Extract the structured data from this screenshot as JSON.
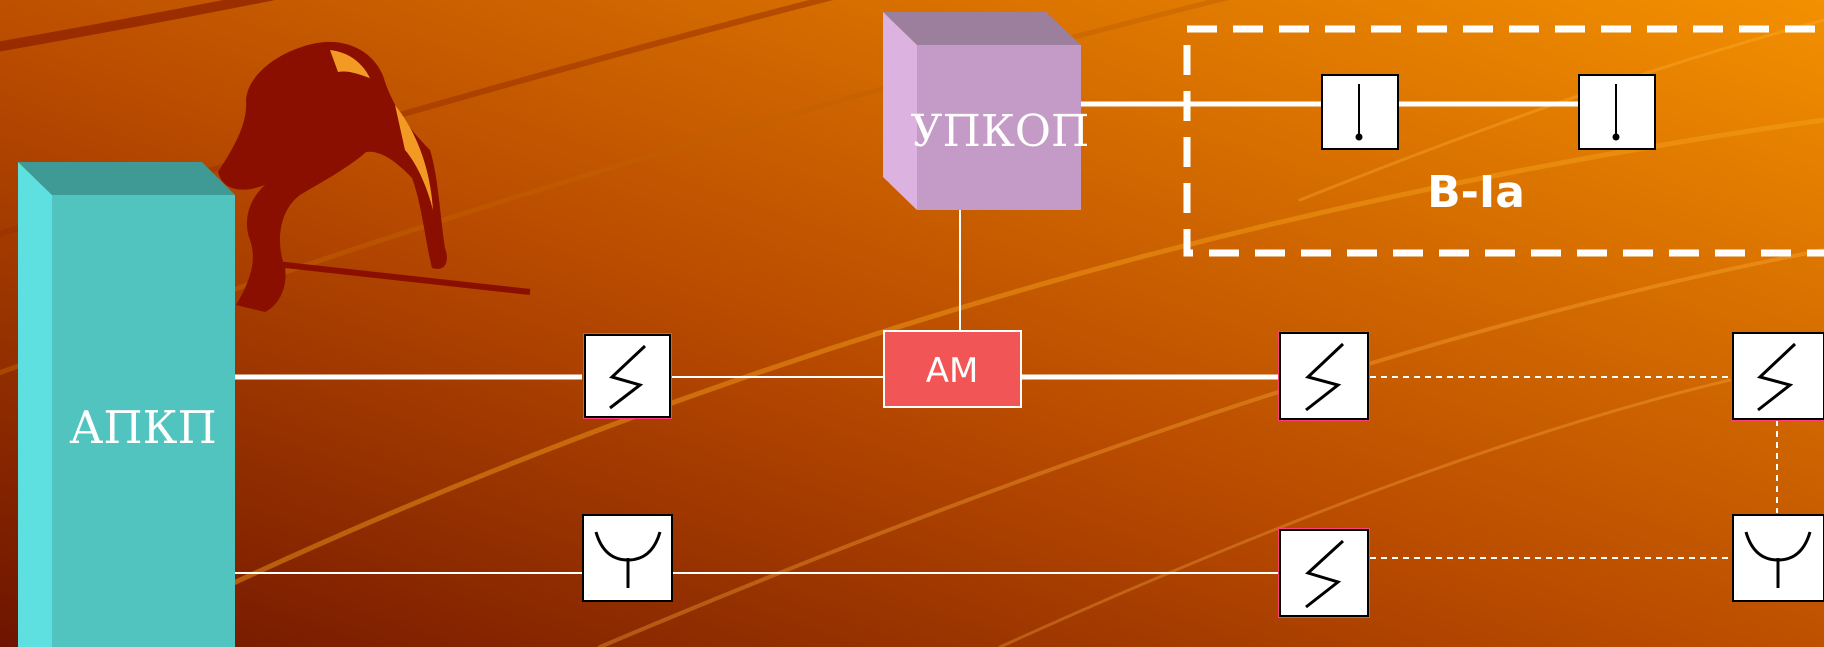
{
  "blocks": {
    "apkp": {
      "label": "АПКП"
    },
    "upkop": {
      "label": "УПКОП"
    },
    "am": {
      "label": "АМ"
    },
    "zone": {
      "label": "В-Ia"
    }
  },
  "colors": {
    "background_dark": "#7a1c00",
    "background_light": "#f08c00",
    "apkp_front": "#52c4c0",
    "apkp_side": "#5ee0e0",
    "apkp_top": "#3f9a96",
    "upkop_front": "#c39bc6",
    "upkop_side": "#dcb2e0",
    "upkop_top": "#9c7f9c",
    "am_fill": "#f25555",
    "lines": "#ffffff",
    "figure": "#8a0f00"
  },
  "icons": {
    "smoke_detector": "zigzag-detector-icon",
    "heat_detector": "y-shaped-detector-icon",
    "manual_call_point": "vertical-pin-detector-icon"
  }
}
